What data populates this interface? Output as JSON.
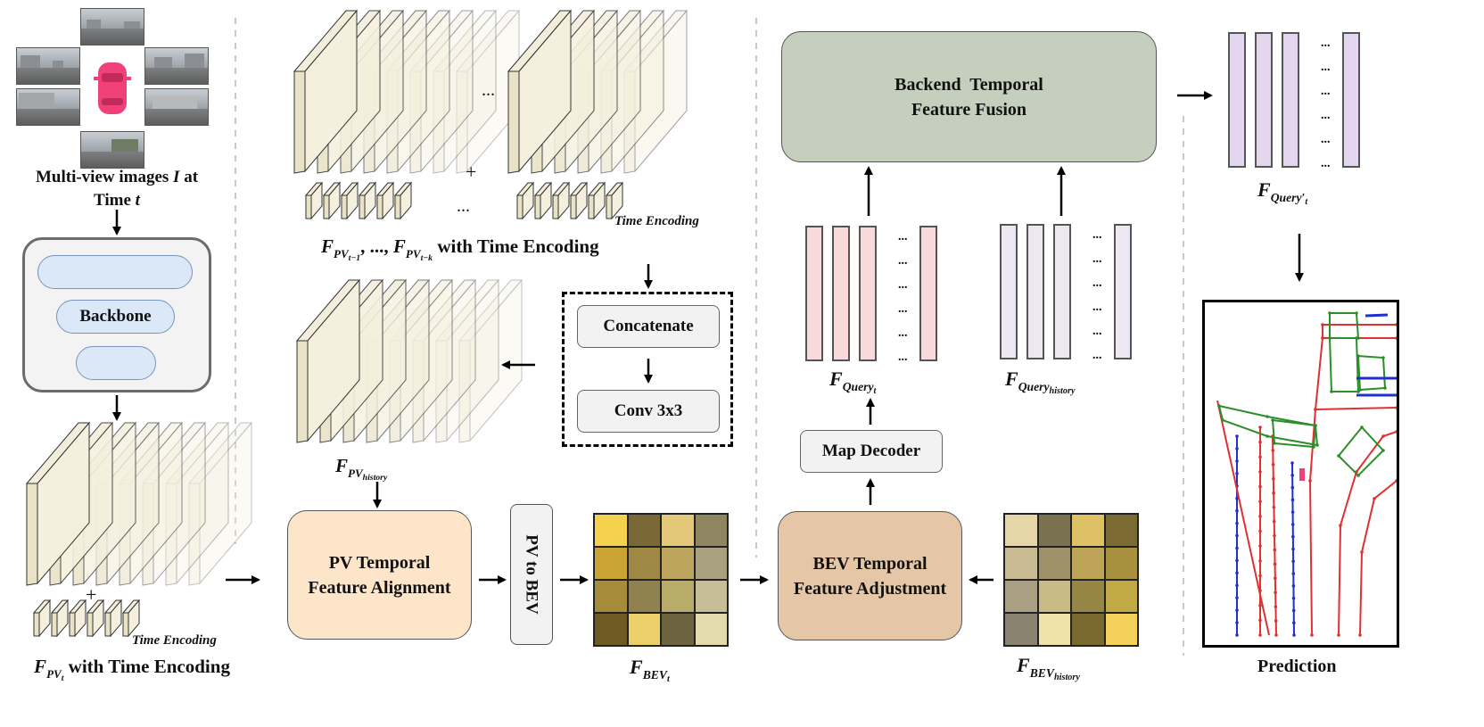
{
  "input": {
    "caption_line1": "Multi-view images",
    "caption_var": "I",
    "caption_at": "at",
    "caption_line2": "Time",
    "caption_t": "t",
    "car_color": "#f0407a"
  },
  "backbone": {
    "label": "Backbone",
    "pill_color": "#dbe8f8"
  },
  "pv_current": {
    "main": "F",
    "sub": "PV",
    "subsub": "t",
    "suffix": "with Time Encoding",
    "time_encoding": "Time Encoding"
  },
  "pv_previous": {
    "main1": "F",
    "sub1": "PV",
    "subsub1": "t−1",
    "sep": ", ..., ",
    "main2": "F",
    "sub2": "PV",
    "subsub2": "t−k",
    "suffix": "with Time Encoding",
    "time_encoding": "Time Encoding",
    "plus": "+",
    "dots": "..."
  },
  "fusion_block": {
    "concat": "Concatenate",
    "conv": "Conv 3x3"
  },
  "pv_history": {
    "main": "F",
    "sub": "PV",
    "subsub": "history"
  },
  "pv_align": {
    "line1": "PV Temporal",
    "line2": "Feature Alignment",
    "color": "#fde5c9"
  },
  "pv_to_bev": {
    "label": "PV to BEV"
  },
  "bev_t": {
    "main": "F",
    "sub": "BEV",
    "subsub": "t",
    "colors": [
      "#f5d24e",
      "#7a6837",
      "#e2c878",
      "#8f8560",
      "#c9a434",
      "#9f8744",
      "#bda55e",
      "#a9a07f",
      "#a68b3a",
      "#918150",
      "#b9ac6a",
      "#c7be98",
      "#6d5b23",
      "#ecd06a",
      "#6e6341",
      "#e3dbae"
    ]
  },
  "bev_adjust": {
    "line1": "BEV Temporal",
    "line2": "Feature Adjustment",
    "color": "#e5c7a7"
  },
  "bev_history": {
    "main": "F",
    "sub": "BEV",
    "subsub": "history",
    "colors": [
      "#e6d5a7",
      "#7a7151",
      "#dec165",
      "#7c6a33",
      "#c9bb92",
      "#9f926b",
      "#bda456",
      "#a7913f",
      "#aa9e83",
      "#c9bb85",
      "#958645",
      "#c1a946",
      "#8a8370",
      "#f0e3a9",
      "#7a6a30",
      "#f3d15b"
    ]
  },
  "map_decoder": {
    "label": "Map Decoder"
  },
  "query_t": {
    "main": "F",
    "sub": "Query",
    "subsub": "t",
    "color": "#f9dada",
    "dots": "..."
  },
  "query_history": {
    "main": "F",
    "sub": "Query",
    "subsub": "history",
    "color": "#ece7f1",
    "dots": "..."
  },
  "backend": {
    "line1": "Backend  Temporal",
    "line2": "Feature Fusion",
    "color": "#c4cfbd"
  },
  "query_out": {
    "main": "F",
    "sub": "Query",
    "subsub": "t",
    "prime": "′",
    "color": "#e3d6ee",
    "dots": "..."
  },
  "prediction": {
    "label": "Prediction",
    "divider_color": "#e03030",
    "boundary_color": "#2a8f2a",
    "ped_color": "#2030d0"
  }
}
